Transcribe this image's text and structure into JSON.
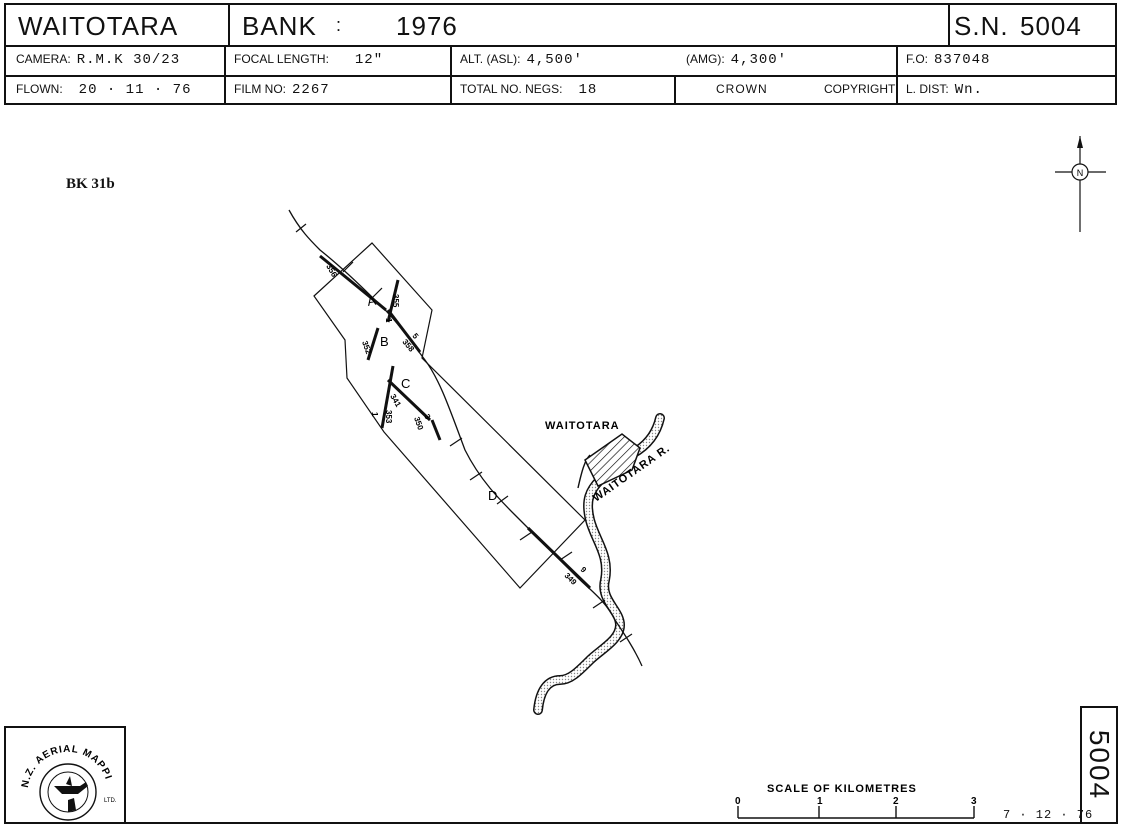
{
  "header": {
    "title": "WAITOTARA",
    "bank": "BANK",
    "colon": ":",
    "year": "1976",
    "sn_label": "S.N.",
    "sn_value": "5004",
    "camera_label": "CAMERA:",
    "camera_value": "R.M.K 30/23",
    "focal_label": "FOCAL LENGTH:",
    "focal_value": "12\"",
    "alt_asl_label": "ALT. (ASL):",
    "alt_asl_value": "4,500'",
    "alt_amg_label": "(AMG):",
    "alt_amg_value": "4,300'",
    "fo_label": "F.O:",
    "fo_value": "837048",
    "flown_label": "FLOWN:",
    "flown_value": "20 · 11 · 76",
    "film_label": "FILM NO:",
    "film_value": "2267",
    "negs_label": "TOTAL NO. NEGS:",
    "negs_value": "18",
    "crown": "CROWN",
    "copyright": "COPYRIGHT",
    "ldist_label": "L. DIST:",
    "ldist_value": "Wn."
  },
  "sheet_ref": "BK 31b",
  "map": {
    "town": "WAITOTARA",
    "river": "WAITOTARA R.",
    "run_labels": [
      "A",
      "B",
      "C",
      "D"
    ],
    "frame_numbers": [
      "356",
      "355",
      "1",
      "352",
      "358",
      "5",
      "341",
      "3",
      "353",
      "350",
      "1",
      "9",
      "349"
    ],
    "north_symbol": "N"
  },
  "scale": {
    "title": "SCALE   OF   KILOMETRES",
    "ticks": [
      "0",
      "1",
      "2",
      "3"
    ]
  },
  "logo": {
    "text": "N.Z. AERIAL MAPPING",
    "sub": "LTD."
  },
  "side_number": "5004",
  "date_stamp": "7 · 12 · 76",
  "colors": {
    "ink": "#111111",
    "paper": "#ffffff",
    "stipple": "#999999"
  }
}
